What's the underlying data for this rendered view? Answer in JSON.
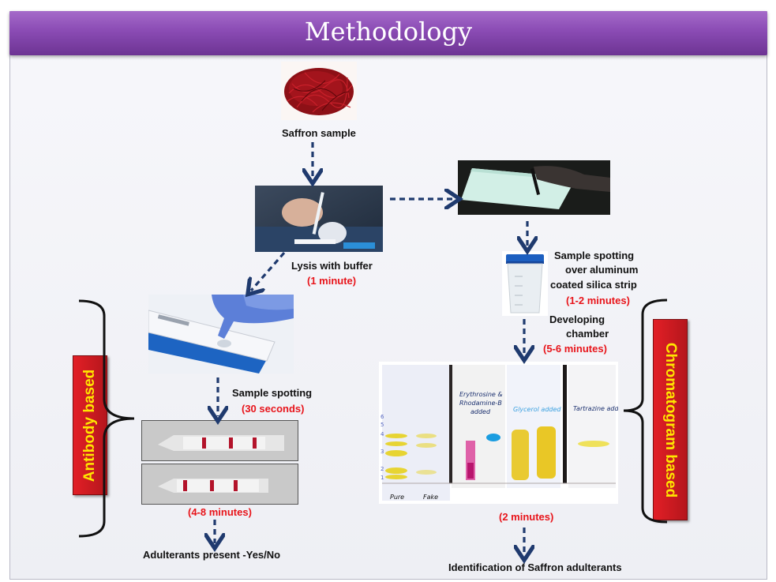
{
  "title": "Methodology",
  "steps": {
    "sample": "Saffron sample",
    "lysis": "Lysis with buffer",
    "lysis_time": "(1 minute)",
    "spotting_strip_1": "Sample spotting",
    "spotting_strip_2": "over  aluminum",
    "spotting_strip_3": "coated  silica strip",
    "spotting_strip_time": "(1-2 minutes)",
    "developing_1": "Developing",
    "developing_2": "chamber",
    "developing_time": "(5-6 minutes)",
    "antibody_spotting": "Sample spotting",
    "antibody_spotting_time": "(30 seconds)",
    "antibody_read_time": "(4-8 minutes)",
    "chroma_read_time": "(2 minutes)",
    "antibody_result": "Adulterants present -Yes/No",
    "chroma_result": "Identification of Saffron adulterants"
  },
  "side_labels": {
    "antibody": "Antibody based",
    "chromatogram": "Chromatogram based"
  },
  "tlc_plate": {
    "ticks": [
      "6",
      "5",
      "4",
      "3",
      "2",
      "1"
    ],
    "pure": "Pure",
    "fake": "Fake",
    "erythrosine_1": "Erythrosine &",
    "erythrosine_2": "Rhodamine-B",
    "erythrosine_3": "added",
    "glycerol": "Glycerol added",
    "tartrazine": "Tartrazine added"
  },
  "colors": {
    "title_bar": "#8a4bb4",
    "arrow": "#1f3a6e",
    "time_text": "#e8141a",
    "side_box": "#d21c22",
    "side_text": "#ffe600"
  }
}
